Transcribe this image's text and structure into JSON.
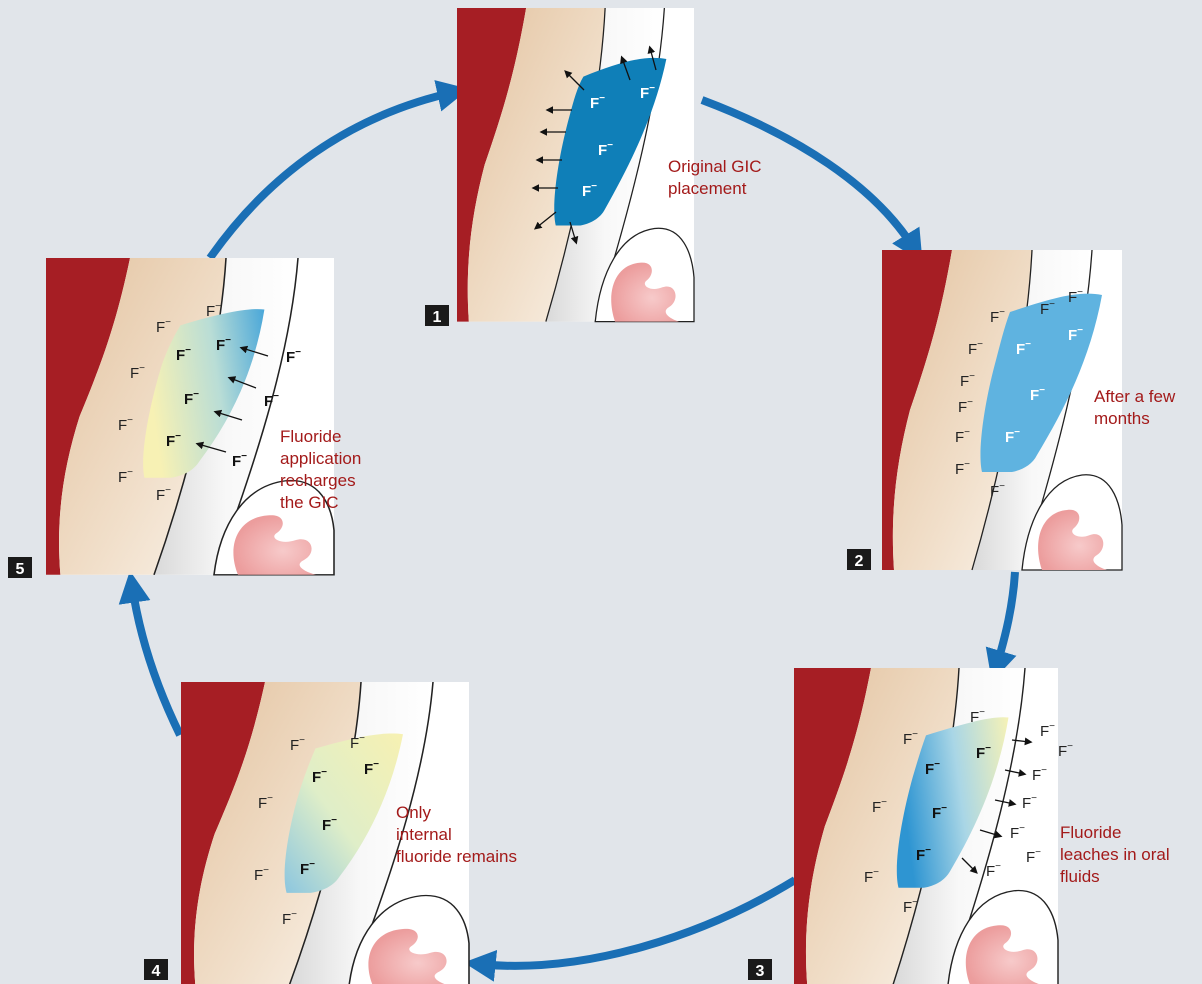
{
  "ion_symbol": "F",
  "ion_charge": "−",
  "panels": [
    {
      "number": "1",
      "caption": [
        "Original GIC",
        "placement"
      ]
    },
    {
      "number": "2",
      "caption": [
        "After a few",
        "months"
      ]
    },
    {
      "number": "3",
      "caption": [
        "Fluoride",
        "leaches in oral",
        "fluids"
      ]
    },
    {
      "number": "4",
      "caption": [
        "Only",
        "internal",
        "fluoride remains"
      ]
    },
    {
      "number": "5",
      "caption": [
        "Fluoride",
        "application",
        "recharges",
        "the GIC"
      ]
    }
  ],
  "colors": {
    "background": "#e1e5ea",
    "gingiva": "#a61e24",
    "dentin": "#ecd6bd",
    "enamel": "#eeeeee",
    "gic_fresh": "#0f7fb8",
    "gic_partial": "#5fb3e0",
    "gic_depleted": "#f2ecb0",
    "pulp": "#f3b6b6",
    "cycle_arrow": "#1a6fb5",
    "caption_text": "#a31a1a"
  },
  "icons": [
    "cycle-arrow",
    "leach-arrow",
    "uptake-arrow"
  ]
}
